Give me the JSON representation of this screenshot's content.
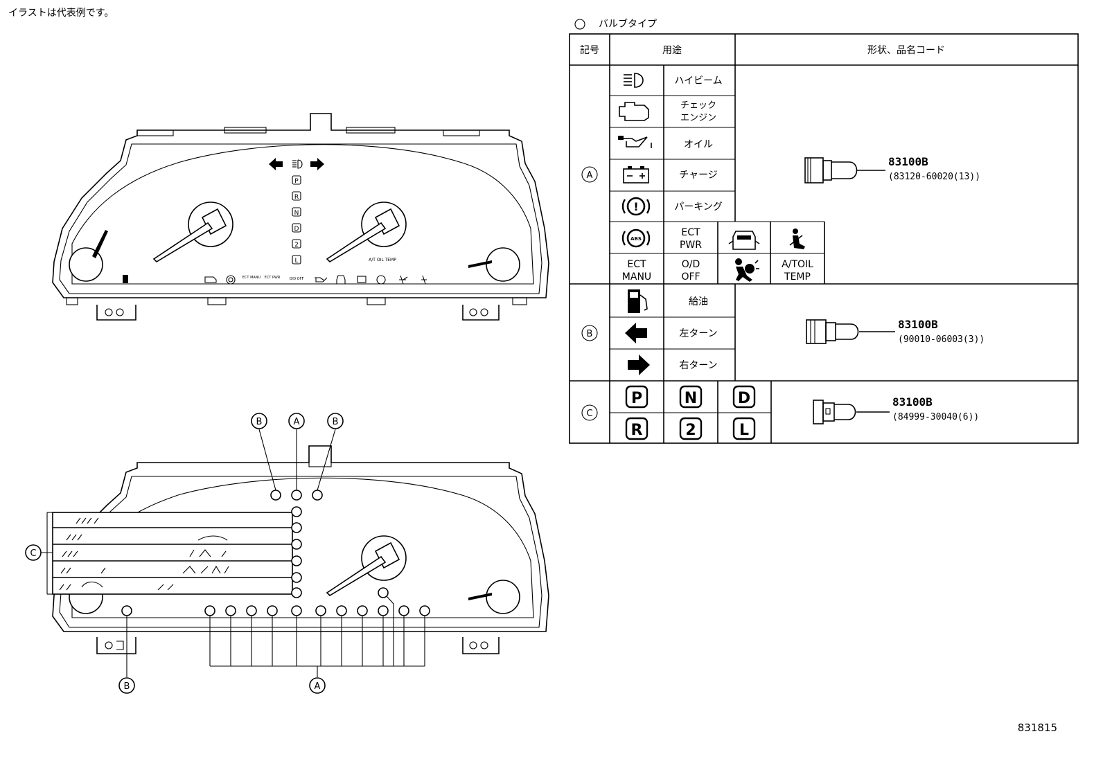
{
  "note": "イラストは代表例です。",
  "figure_code": "831815",
  "legend_title": "バルブタイプ",
  "table": {
    "headers": [
      "記号",
      "用途",
      "形状、品名コード"
    ],
    "groups": [
      {
        "symbol": "A",
        "rows": [
          {
            "icon": "high-beam-icon",
            "label": "ハイビーム"
          },
          {
            "icon": "check-engine-icon",
            "label_line1": "チェック",
            "label_line2": "エンジン"
          },
          {
            "icon": "oil-icon",
            "label": "オイル"
          },
          {
            "icon": "charge-battery-icon",
            "label": "チャージ"
          },
          {
            "icon": "parking-brake-icon",
            "label": "パーキング"
          }
        ],
        "extra_cells": [
          {
            "icon": "abs-icon"
          },
          {
            "label_line1": "ECT",
            "label_line2": "PWR"
          },
          {
            "icon": "door-open-icon"
          },
          {
            "icon": "seatbelt-icon"
          },
          {
            "label_line1": "ECT",
            "label_line2": "MANU"
          },
          {
            "label_line1": "O/D",
            "label_line2": "OFF"
          },
          {
            "icon": "airbag-icon"
          },
          {
            "label_line1": "A/TOIL",
            "label_line2": "TEMP"
          }
        ],
        "part_name": "83100B",
        "part_code": "(83120-60020(13))"
      },
      {
        "symbol": "B",
        "rows": [
          {
            "icon": "fuel-icon",
            "label": "給油"
          },
          {
            "icon": "left-turn-arrow-icon",
            "label": "左ターン"
          },
          {
            "icon": "right-turn-arrow-icon",
            "label": "右ターン"
          }
        ],
        "part_name": "83100B",
        "part_code": "(90010-06003(3))"
      },
      {
        "symbol": "C",
        "gears": [
          "P",
          "N",
          "D",
          "R",
          "2",
          "L"
        ],
        "part_name": "83100B",
        "part_code": "(84999-30040(6))"
      }
    ]
  },
  "cluster_front": {
    "gear_letters": [
      "P",
      "R",
      "N",
      "D",
      "2",
      "L"
    ],
    "ect_manu": "ECT MANU",
    "ect_pwr": "ECT PWR",
    "od_off": "O/D OFF",
    "at_oil_temp": "A/T OIL TEMP"
  },
  "cluster_rear": {
    "callout_top": [
      "B",
      "A",
      "B"
    ],
    "callout_left": "C",
    "callout_bottom_left": "B",
    "callout_bottom": "A"
  }
}
